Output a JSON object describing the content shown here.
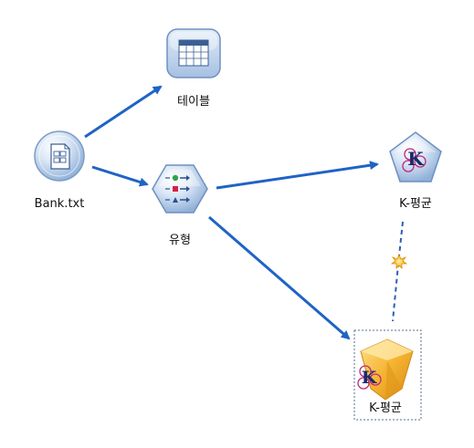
{
  "canvas": {
    "background": "#ffffff",
    "link_color": "#1f63c6",
    "model_link_color": "#2b5fb3",
    "selection_color": "#5a6f8c"
  },
  "nodes": {
    "source": {
      "label": "Bank.txt",
      "icon": "file-source-icon"
    },
    "table": {
      "label": "테이블",
      "icon": "table-output-icon"
    },
    "type": {
      "label": "유형",
      "icon": "type-field-ops-icon"
    },
    "kmeans_modeler": {
      "label": "K-평균",
      "icon": "kmeans-modeling-icon"
    },
    "kmeans_nugget": {
      "label": "K-평균",
      "icon": "kmeans-model-nugget-icon",
      "selected": true
    }
  },
  "links": [
    {
      "from": "source",
      "to": "table"
    },
    {
      "from": "source",
      "to": "type"
    },
    {
      "from": "type",
      "to": "kmeans_modeler"
    },
    {
      "from": "type",
      "to": "kmeans_nugget"
    },
    {
      "from": "kmeans_modeler",
      "to": "kmeans_nugget",
      "style": "dashed-model-link"
    }
  ]
}
